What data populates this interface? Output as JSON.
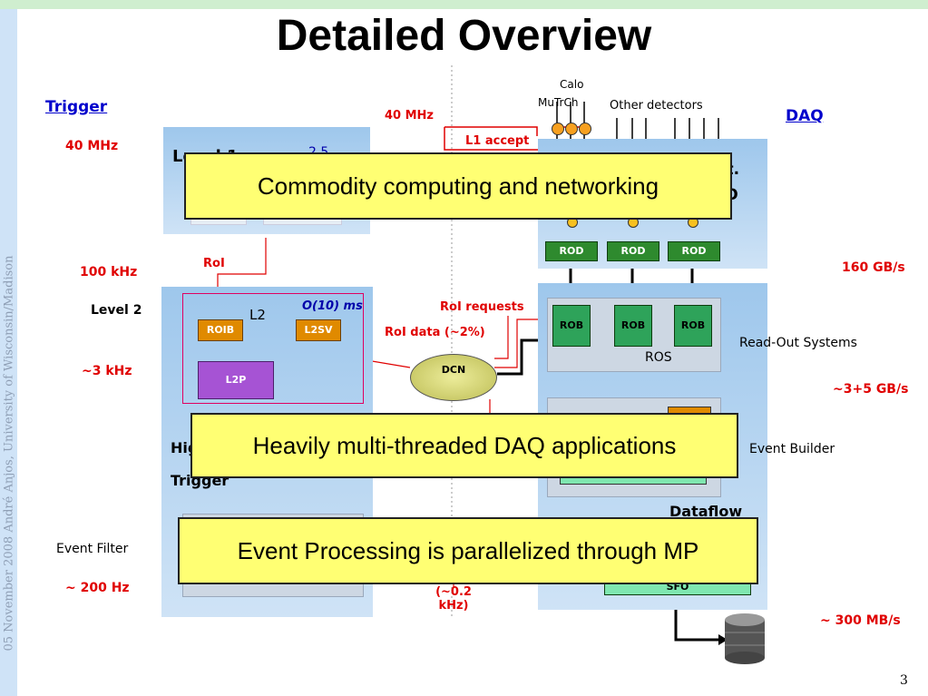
{
  "sidebar": {
    "vertical_text": "05 November 2008      André Anjos, University of Wisconsin/Madison"
  },
  "title": "Detailed Overview",
  "trigger_side": {
    "heading": "Trigger",
    "rate_40mhz": "40 MHz",
    "level1_partial": "Level 1",
    "level1_partial_right": "2.5",
    "roi_label": "RoI",
    "rate_100khz": "100 kHz",
    "level2_label": "Level 2",
    "l2_box_label": "L2",
    "l2_latency": "O(10) ms",
    "roib": "ROIB",
    "l2sv": "L2SV",
    "l2p": "L2P",
    "rate_3khz": "~3 kHz",
    "hlt_partial": "High Level",
    "hlt_partial2": "Trigger",
    "event_filter": "Event Filter",
    "rate_200hz": "~ 200 Hz"
  },
  "center": {
    "rate_40mhz": "40 MHz",
    "l1_accept": "L1 accept",
    "roi_requests": "RoI requests",
    "roi_data": "RoI data (~2%)",
    "dcn": "DCN",
    "ef_rate": "(~0.2 kHz)"
  },
  "daq_side": {
    "heading": "DAQ",
    "calo": "Calo",
    "mutrch": "MuTrCh",
    "other_detectors": "Other detectors",
    "det_partial": "et.",
    "io_partial": "/O",
    "rod_labels": [
      "ROD",
      "ROD",
      "ROD"
    ],
    "rob_labels": [
      "ROB",
      "ROB",
      "ROB"
    ],
    "rate_160gbs": "160 GB/s",
    "ros": "ROS",
    "read_out_systems": "Read-Out Systems",
    "rate_3_5gbs": "~3+5 GB/s",
    "event_builder": "Event Builder",
    "dataflow": "Dataflow",
    "sfo": "SFO",
    "rate_300mbs": "~ 300 MB/s"
  },
  "overlays": [
    "Commodity computing and networking",
    "Heavily multi-threaded DAQ applications",
    "Event Processing is parallelized through MP"
  ],
  "page_number": "3",
  "colors": {
    "accent_red": "#e00000",
    "link_blue": "#0000cc",
    "callout_yellow": "#ffff73"
  }
}
